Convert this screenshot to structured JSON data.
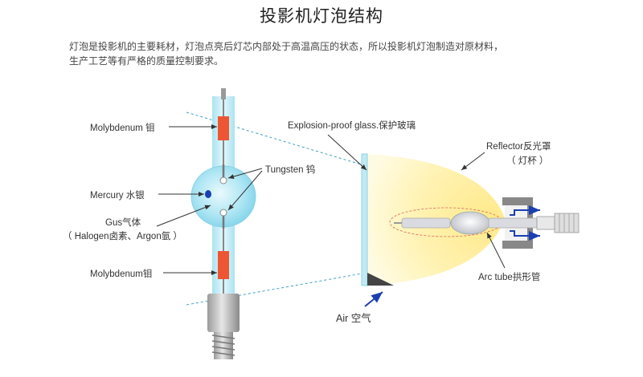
{
  "title": "投影机灯泡结构",
  "intro": {
    "line1": "灯泡是投影机的主要耗材，灯泡点亮后灯芯内部处于高温高压的状态，所以投影机灯泡制造对原材料，",
    "line2": "生产工艺等有严格的质量控制要求。"
  },
  "labels": {
    "molybdenum_top": "Molybdenum 钼",
    "mercury": "Mercury 水银",
    "gus_line1": "Gus气体",
    "gus_line2": "（ Halogen卤素、Argon氩 ）",
    "molybdenum_bottom": "Molybdenum钼",
    "tungsten": "Tungsten 钨",
    "explosion_glass": "Explosion-proof glass.保护玻璃",
    "reflector_line1": "Reflector反光罩",
    "reflector_line2": "（ 灯杯 ）",
    "arc_tube": "Arc  tube拱形管",
    "air": "Air 空气"
  },
  "colors": {
    "glass_cyan": "#bfeaf5",
    "bulb_cyan": "#9fe0f0",
    "molybdenum_red": "#ee5533",
    "mercury_blue": "#1a3fb0",
    "reflector_yellow": "#fff4b8",
    "beam_dash": "#3aa0c8",
    "air_arrow": "#1a3fb0"
  }
}
